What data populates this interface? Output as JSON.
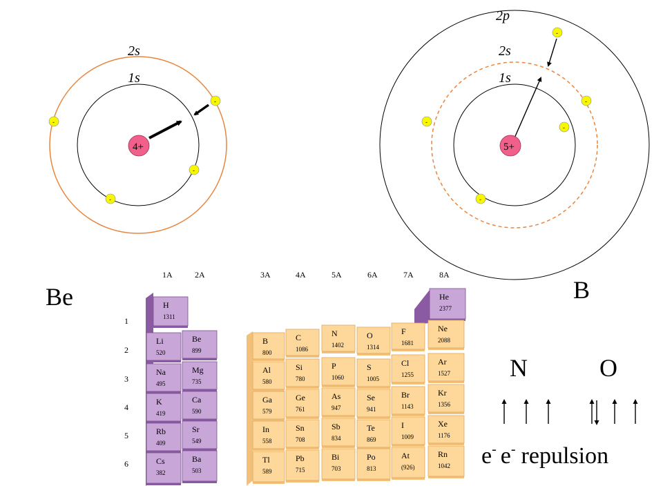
{
  "atoms": {
    "be": {
      "element_label": "Be",
      "nucleus_charge": "4+",
      "shell_1_label": "1s",
      "shell_2_label": "2s",
      "electron_symbol": "-"
    },
    "b": {
      "element_label": "B",
      "nucleus_charge": "5+",
      "shell_1_label": "1s",
      "shell_2_label": "2s",
      "shell_3_label": "2p",
      "electron_symbol": "-"
    }
  },
  "colors": {
    "nucleus_fill": "#f0608a",
    "electron_fill": "#f7f700",
    "orange_shell": "#e8853e",
    "purple_cell": "#c9a6d8",
    "purple_side": "#8a5aa3",
    "yellow_cell": "#fdd89a",
    "yellow_side": "#f3c07a"
  },
  "periodic_table": {
    "group_labels": [
      "1A",
      "2A",
      "3A",
      "4A",
      "5A",
      "6A",
      "7A",
      "8A"
    ],
    "period_labels": [
      "1",
      "2",
      "3",
      "4",
      "5",
      "6"
    ],
    "elements": [
      {
        "symbol": "H",
        "value": "1311"
      },
      {
        "symbol": "He",
        "value": "2377"
      },
      {
        "symbol": "Li",
        "value": "520"
      },
      {
        "symbol": "Be",
        "value": "899"
      },
      {
        "symbol": "B",
        "value": "800"
      },
      {
        "symbol": "C",
        "value": "1086"
      },
      {
        "symbol": "N",
        "value": "1402"
      },
      {
        "symbol": "O",
        "value": "1314"
      },
      {
        "symbol": "F",
        "value": "1681"
      },
      {
        "symbol": "Ne",
        "value": "2088"
      },
      {
        "symbol": "Na",
        "value": "495"
      },
      {
        "symbol": "Mg",
        "value": "735"
      },
      {
        "symbol": "Al",
        "value": "580"
      },
      {
        "symbol": "Si",
        "value": "780"
      },
      {
        "symbol": "P",
        "value": "1060"
      },
      {
        "symbol": "S",
        "value": "1005"
      },
      {
        "symbol": "Cl",
        "value": "1255"
      },
      {
        "symbol": "Ar",
        "value": "1527"
      },
      {
        "symbol": "K",
        "value": "419"
      },
      {
        "symbol": "Ca",
        "value": "590"
      },
      {
        "symbol": "Ga",
        "value": "579"
      },
      {
        "symbol": "Ge",
        "value": "761"
      },
      {
        "symbol": "As",
        "value": "947"
      },
      {
        "symbol": "Se",
        "value": "941"
      },
      {
        "symbol": "Br",
        "value": "1143"
      },
      {
        "symbol": "Kr",
        "value": "1356"
      },
      {
        "symbol": "Rb",
        "value": "409"
      },
      {
        "symbol": "Sr",
        "value": "549"
      },
      {
        "symbol": "In",
        "value": "558"
      },
      {
        "symbol": "Sn",
        "value": "708"
      },
      {
        "symbol": "Sb",
        "value": "834"
      },
      {
        "symbol": "Te",
        "value": "869"
      },
      {
        "symbol": "I",
        "value": "1009"
      },
      {
        "symbol": "Xe",
        "value": "1176"
      },
      {
        "symbol": "Cs",
        "value": "382"
      },
      {
        "symbol": "Ba",
        "value": "503"
      },
      {
        "symbol": "Tl",
        "value": "589"
      },
      {
        "symbol": "Pb",
        "value": "715"
      },
      {
        "symbol": "Bi",
        "value": "703"
      },
      {
        "symbol": "Po",
        "value": "813"
      },
      {
        "symbol": "At",
        "value": "(926)"
      },
      {
        "symbol": "Rn",
        "value": "1042"
      }
    ]
  },
  "spin_diagram": {
    "n_label": "N",
    "o_label": "O",
    "repulsion_e": "e",
    "repulsion_sup": "-",
    "repulsion_word": "repulsion"
  }
}
